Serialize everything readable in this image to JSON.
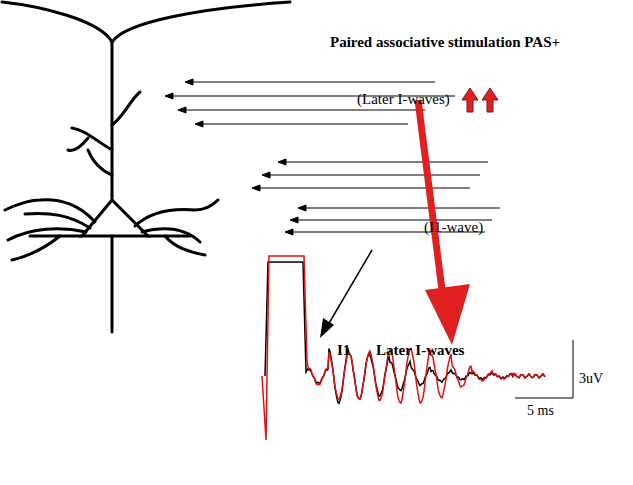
{
  "diagram": {
    "title": "Paired associative stimulation PAS+",
    "labels": [
      "(Later I-waves)",
      "(I1-wave)",
      "I1",
      "Later I-waves",
      "3uV",
      "5 ms"
    ]
  }
}
